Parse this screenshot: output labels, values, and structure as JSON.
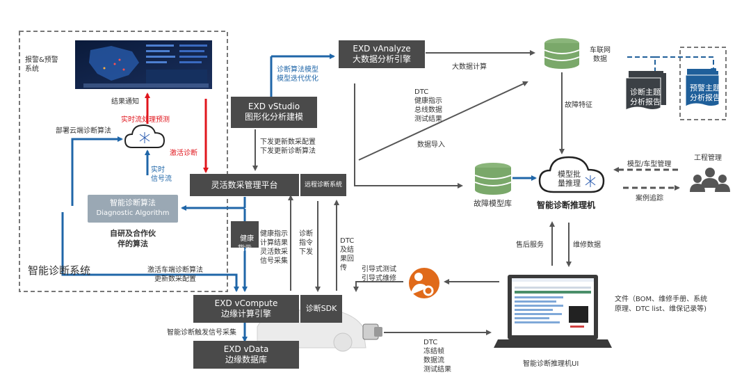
{
  "colors": {
    "dark_box": "#4a4a4a",
    "blue_arrow": "#1f66a8",
    "red_arrow": "#e0151c",
    "grey_arrow": "#555555",
    "db_green": "#7aa86a",
    "doc_dark": "#3b4045",
    "doc_blue": "#1f5f9a"
  },
  "left_system": {
    "title": "智能诊断系统",
    "alarm_label": "报警&预警\n系统",
    "result_notify": "结果通知",
    "realtime_predict": "实时流处理预测",
    "deploy_cloud": "部署云端诊断算法",
    "activate_diag": "激活诊断",
    "realtime_signal": "实时\n信号流",
    "algo_box": {
      "line1": "智能诊断算法",
      "line2": "Diagnostic Algorithm"
    },
    "self_dev": "自研及合作伙\n伴的算法",
    "activate_vehicle": "激活车端诊断算法\n更新数采配置"
  },
  "vanalyze": {
    "line1": "EXD vAnalyze",
    "line2": "大数据分析引擎"
  },
  "vstudio": {
    "line1": "EXD vStudio",
    "line2": "图形化分析建模"
  },
  "vstudio_note": "诊断算法模型\n模型迭代优化",
  "bigdata_compute": "大数据计算",
  "dtc_health": "DTC\n健康指示\n总线数据\n测试结果",
  "data_import": "数据导入",
  "push_config": "下发更新数采配置\n下发更新诊断算法",
  "platform": {
    "main": "灵活数采管理平台",
    "side": "远程诊断系统"
  },
  "health_indicator": "健康\n指示",
  "health_signal": "健康指示\n计算结果\n灵活数采\n信号采集",
  "diag_cmd": "诊断\n指令\n下发",
  "dtc_return": "DTC\n及结\n果回\n传",
  "vcompute": {
    "line1": "EXD vCompute",
    "line2": "边缘计算引擎",
    "side": "诊断SDK"
  },
  "trigger_collect": "智能诊断触发信号采集",
  "vdata": {
    "line1": "EXD vData",
    "line2": "边缘数据库"
  },
  "dtc_freeze": "DTC\n冻结帧\n数据流\n测试结果",
  "car_network": "车联网\n数据",
  "fault_feature": "故障特征",
  "reports": {
    "left": "诊断主题\n分析报告",
    "right": "预警主题\n分析报告"
  },
  "fault_model_lib": "故障模型库",
  "cloud_infer": "模型批\n量推理",
  "inference_engine": "智能诊断推理机",
  "model_mgmt": "模型/车型管理",
  "engineering_mgmt": "工程管理",
  "case_trace": "案例追踪",
  "after_sales": "售后服务",
  "repair_data": "维修数据",
  "guided_test": "引导式测试\n引导式维修",
  "documents": "文件（BOM、维修手册、系统\n原理、DTC list、维保记录等)",
  "ui_label": "智能诊断推理机UI"
}
